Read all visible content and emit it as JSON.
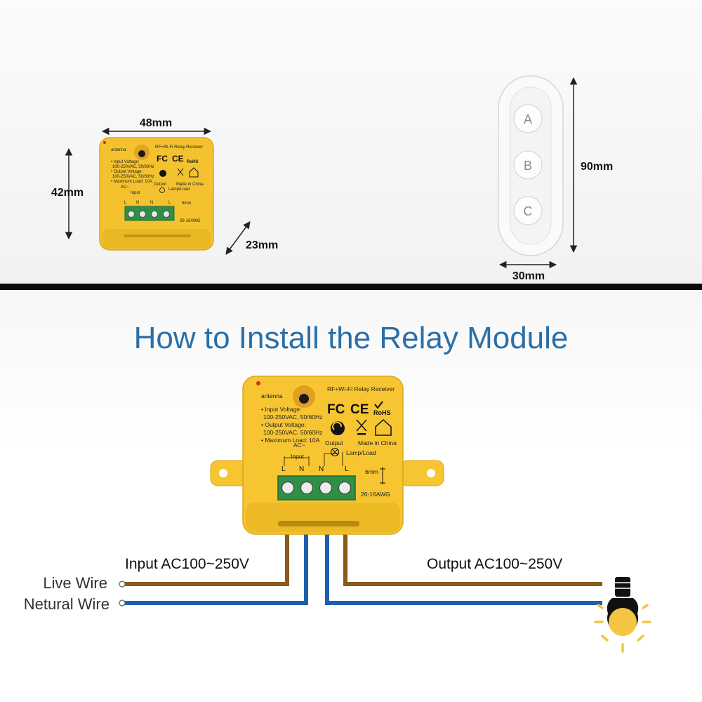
{
  "top": {
    "module": {
      "width": "48mm",
      "height": "42mm",
      "depth": "23mm"
    },
    "remote": {
      "height": "90mm",
      "width": "30mm",
      "buttons": [
        "A",
        "B",
        "C"
      ]
    }
  },
  "title": "How to Install the Relay Module",
  "relay_label": {
    "antenna": "antenna",
    "product": "RF+Wi-Fi Relay Receiver",
    "specs": [
      "• Input Voltage:",
      "100-250VAC, 50/60Hz",
      "• Output Voltage:",
      "100-250VAC, 50/60Hz",
      "• Maximum Load: 10A"
    ],
    "cert_fc": "FC",
    "cert_ce": "CE",
    "cert_rohs": "RoHS",
    "output": "Output",
    "made_in": "Made in China",
    "ac": "AC~",
    "input": "Input",
    "lamp_load": "Lamp/Load",
    "terminals": [
      "L",
      "N",
      "N",
      "L"
    ],
    "strip": "6mm",
    "awg": "26-16AWG"
  },
  "wiring": {
    "input_label": "Input AC100~250V",
    "output_label": "Output AC100~250V",
    "live_wire": "Live Wire",
    "neutral_wire": "Netural Wire",
    "colors": {
      "live": "#8b5a1c",
      "neutral": "#1f5fad",
      "module": "#f6c531",
      "title": "#2a6fa8",
      "bulb": "#f4c542"
    }
  }
}
